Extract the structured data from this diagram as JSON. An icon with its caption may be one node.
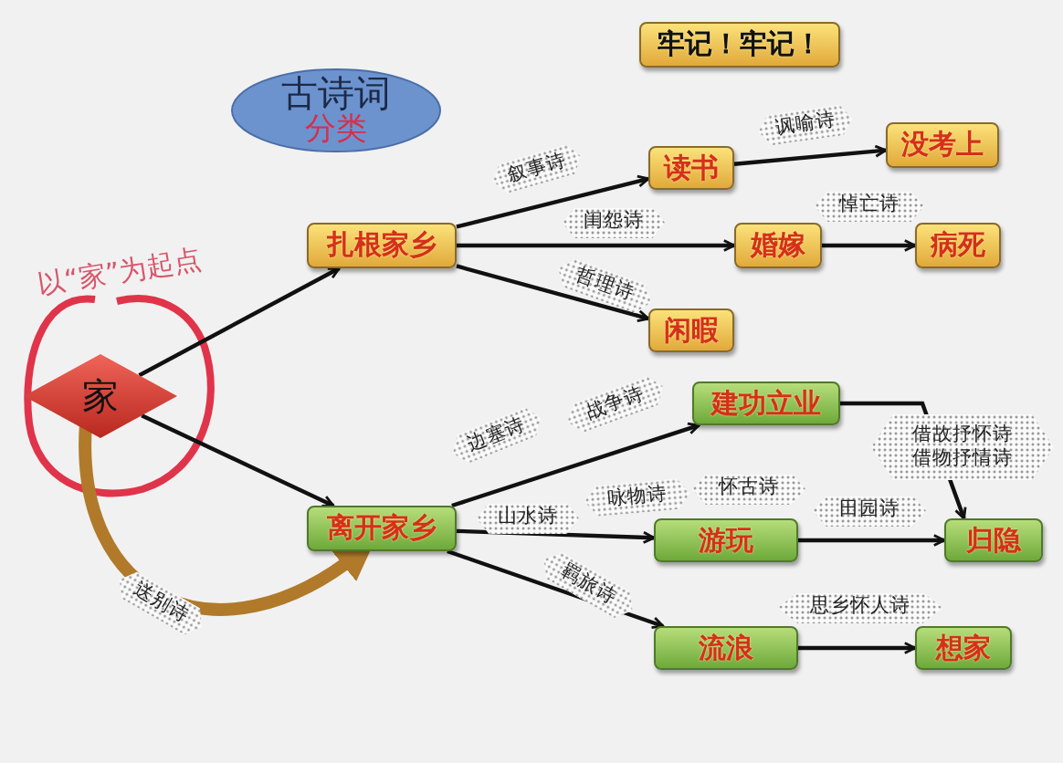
{
  "diagram": {
    "nodes": [
      {
        "text": [
          "古诗词",
          "分类"
        ]
      },
      {
        "text": [
          "牢记！牢记！"
        ]
      },
      {
        "text": [
          "家"
        ]
      },
      {
        "text": [
          "扎根家乡"
        ]
      },
      {
        "text": [
          "读书"
        ]
      },
      {
        "text": [
          "没考上"
        ]
      },
      {
        "text": [
          "婚嫁"
        ]
      },
      {
        "text": [
          "病死"
        ]
      },
      {
        "text": [
          "闲暇"
        ]
      },
      {
        "text": [
          "离开家乡"
        ]
      },
      {
        "text": [
          "建功立业"
        ]
      },
      {
        "text": [
          "归隐"
        ]
      },
      {
        "text": [
          "游玩"
        ]
      },
      {
        "text": [
          "流浪"
        ]
      },
      {
        "text": [
          "想家"
        ]
      }
    ],
    "edges": [
      {
        "from": 2,
        "to": 3,
        "arrow": "to"
      },
      {
        "from": 2,
        "to": 9,
        "arrow": "to"
      },
      {
        "from": 2,
        "to": 9,
        "arrow": "to",
        "label": "送别诗",
        "style": "thick",
        "color": "#b07a2a"
      },
      {
        "from": 3,
        "to": 4,
        "arrow": "to",
        "label": "叙事诗"
      },
      {
        "from": 4,
        "to": 5,
        "arrow": "to",
        "label": "讽喻诗"
      },
      {
        "from": 3,
        "to": 6,
        "arrow": "to",
        "label": "闺怨诗"
      },
      {
        "from": 6,
        "to": 7,
        "arrow": "to",
        "label": "悼亡诗"
      },
      {
        "from": 3,
        "to": 8,
        "arrow": "to",
        "label": "哲理诗"
      },
      {
        "from": 9,
        "to": 10,
        "arrow": "to",
        "label": "边塞诗"
      },
      {
        "from": 10,
        "to": 11,
        "arrow": "to",
        "label": "借故抒怀诗借物抒情诗"
      },
      {
        "from": 9,
        "to": 12,
        "arrow": "to",
        "label": "山水诗"
      },
      {
        "from": 12,
        "to": 11,
        "arrow": "to",
        "label": "田园诗"
      },
      {
        "from": 9,
        "to": 13,
        "arrow": "to",
        "label": "羁旅诗"
      },
      {
        "from": 13,
        "to": 14,
        "arrow": "to",
        "label": "思乡怀人诗"
      }
    ],
    "labels": [
      "以“家”为起点",
      "战争诗",
      "咏物诗",
      "怀古诗"
    ]
  }
}
